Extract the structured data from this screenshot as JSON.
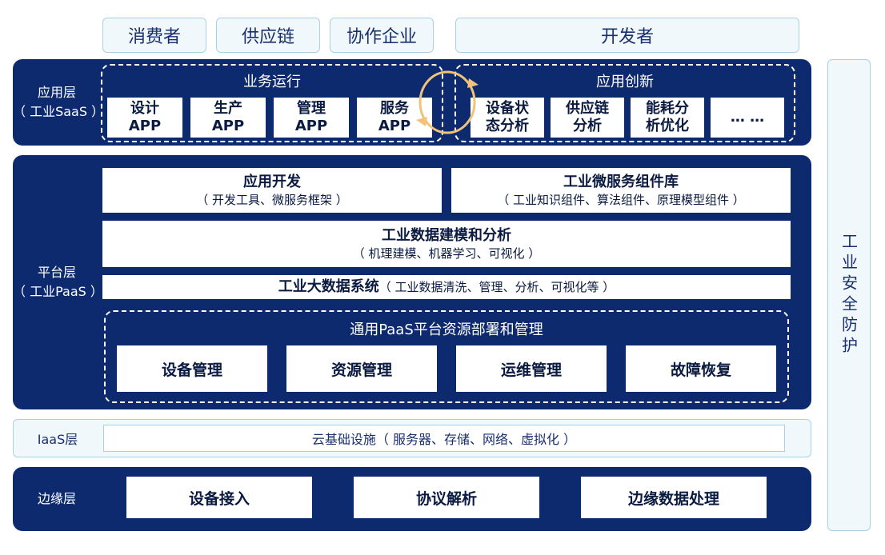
{
  "top_roles": [
    "消费者",
    "供应链",
    "协作企业",
    "开发者"
  ],
  "saas_layer": {
    "label_line1": "应用层",
    "label_line2": "（ 工业SaaS ）",
    "business": {
      "title": "业务运行",
      "apps": [
        {
          "line1": "设计",
          "line2": "APP"
        },
        {
          "line1": "生产",
          "line2": "APP"
        },
        {
          "line1": "管理",
          "line2": "APP"
        },
        {
          "line1": "服务",
          "line2": "APP"
        }
      ]
    },
    "innovation": {
      "title": "应用创新",
      "apps": [
        {
          "line1": "设备状",
          "line2": "态分析"
        },
        {
          "line1": "供应链",
          "line2": "分析"
        },
        {
          "line1": "能耗分",
          "line2": "析优化"
        },
        {
          "line1": "… …",
          "line2": ""
        }
      ]
    }
  },
  "paas_layer": {
    "label_line1": "平台层",
    "label_line2": "（ 工业PaaS ）",
    "app_dev": {
      "title": "应用开发",
      "sub": "（ 开发工具、微服务框架 ）"
    },
    "microservice": {
      "title": "工业微服务组件库",
      "sub": "（ 工业知识组件、算法组件、原理模型组件 ）"
    },
    "modeling": {
      "title": "工业数据建模和分析",
      "sub": "（ 机理建模、机器学习、可视化 ）"
    },
    "bigdata": {
      "title": "工业大数据系统",
      "sub": "（ 工业数据清洗、管理、分析、可视化等 ）"
    },
    "resource": {
      "title": "通用PaaS平台资源部署和管理",
      "items": [
        "设备管理",
        "资源管理",
        "运维管理",
        "故障恢复"
      ]
    }
  },
  "iaas_layer": {
    "label": "IaaS层",
    "content": "云基础设施（ 服务器、存储、网络、虚拟化 ）"
  },
  "edge_layer": {
    "label": "边缘层",
    "items": [
      "设备接入",
      "协议解析",
      "边缘数据处理"
    ]
  },
  "security": {
    "label": "工业安全防护"
  },
  "colors": {
    "band": "#0e2a6e",
    "light_bg": "#f1f8fc",
    "light_border": "#a9d1e6",
    "arrow": "#f0c27a"
  }
}
